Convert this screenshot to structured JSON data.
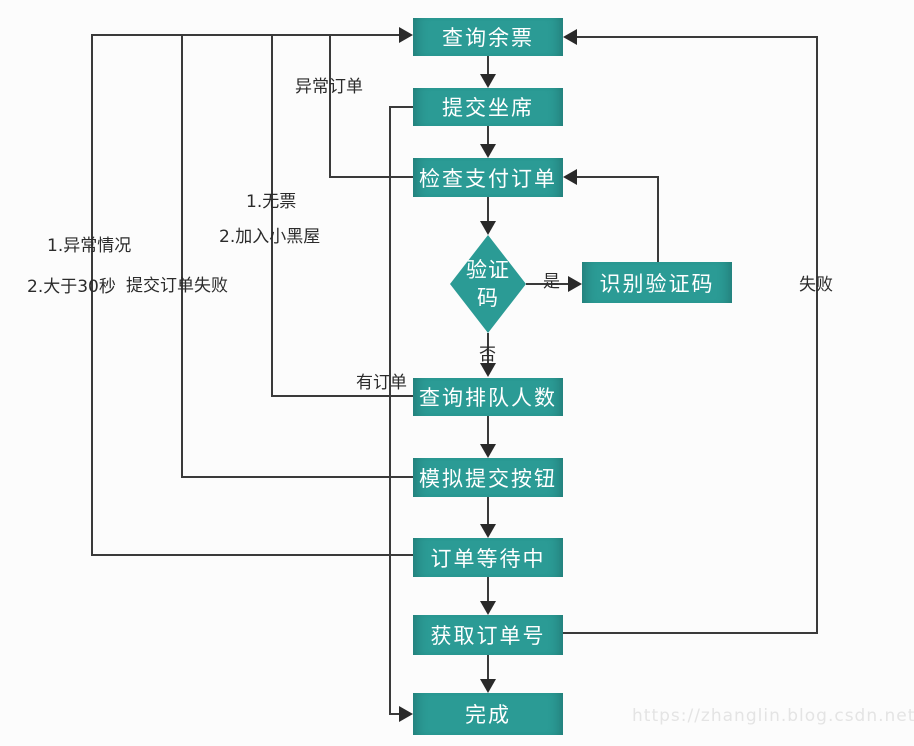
{
  "diagram": {
    "type": "flowchart",
    "nodes": {
      "query_tickets": {
        "label": "查询余票",
        "shape": "process"
      },
      "submit_seat": {
        "label": "提交坐席",
        "shape": "process"
      },
      "check_payment_order": {
        "label": "检查支付订单",
        "shape": "process"
      },
      "captcha": {
        "label": "验证码",
        "shape": "decision"
      },
      "recognize_captcha": {
        "label": "识别验证码",
        "shape": "process"
      },
      "query_queue_count": {
        "label": "查询排队人数",
        "shape": "process"
      },
      "simulate_submit_button": {
        "label": "模拟提交按钮",
        "shape": "process"
      },
      "order_waiting": {
        "label": "订单等待中",
        "shape": "process"
      },
      "get_order_number": {
        "label": "获取订单号",
        "shape": "process"
      },
      "done": {
        "label": "完成",
        "shape": "process"
      }
    },
    "edge_labels": {
      "abnormal_order": "异常订单",
      "no_ticket": "1.无票",
      "blacklist": "2.加入小黑屋",
      "abnormal_case": "1.异常情况",
      "over_30s": "2.大于30秒",
      "submit_order_fail": "提交订单失败",
      "has_order": "有订单",
      "yes": "是",
      "no": "否",
      "fail": "失败"
    },
    "edges": [
      {
        "from": "query_tickets",
        "to": "submit_seat",
        "label": ""
      },
      {
        "from": "submit_seat",
        "to": "check_payment_order",
        "label": ""
      },
      {
        "from": "check_payment_order",
        "to": "captcha",
        "label": ""
      },
      {
        "from": "captcha",
        "to": "recognize_captcha",
        "label": "是"
      },
      {
        "from": "recognize_captcha",
        "to": "check_payment_order",
        "label": ""
      },
      {
        "from": "captcha",
        "to": "query_queue_count",
        "label": "否"
      },
      {
        "from": "query_queue_count",
        "to": "simulate_submit_button",
        "label": ""
      },
      {
        "from": "simulate_submit_button",
        "to": "order_waiting",
        "label": ""
      },
      {
        "from": "order_waiting",
        "to": "get_order_number",
        "label": ""
      },
      {
        "from": "get_order_number",
        "to": "done",
        "label": ""
      },
      {
        "from": "submit_seat",
        "to": "done",
        "label": "有订单"
      },
      {
        "from": "check_payment_order",
        "to": "query_tickets",
        "label": "异常订单"
      },
      {
        "from": "query_queue_count",
        "to": "query_tickets",
        "label": "1.无票 2.加入小黑屋"
      },
      {
        "from": "simulate_submit_button",
        "to": "query_tickets",
        "label": "提交订单失败"
      },
      {
        "from": "order_waiting",
        "to": "query_tickets",
        "label": "1.异常情况 2.大于30秒"
      },
      {
        "from": "get_order_number",
        "to": "query_tickets",
        "label": "失败"
      }
    ],
    "colors": {
      "node_fill": "#2b9b95",
      "node_text": "#ffffff",
      "line": "#3a3a3a",
      "label_text": "#2b2b2b",
      "background": "#fcfcfc",
      "watermark": "#e4e4e4"
    }
  },
  "watermark": {
    "text": "https://zhanglin.blog.csdn.net"
  }
}
